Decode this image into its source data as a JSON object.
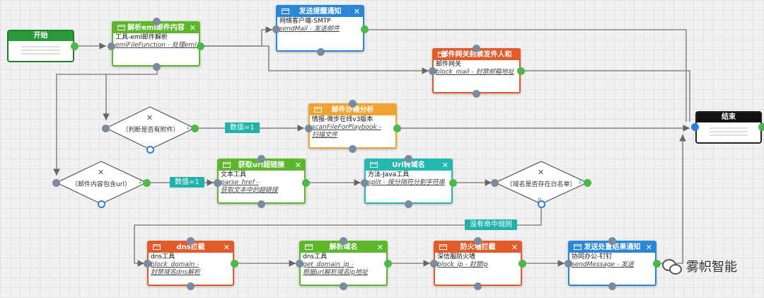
{
  "start": {
    "label": "开始"
  },
  "end": {
    "label": "结束"
  },
  "nodes": {
    "parse_eml": {
      "title": "解析eml邮件内容",
      "line1": "工具-eml邮件解析",
      "line2": "emlFileFunction - 处理eml文件",
      "color": "#5cb82a"
    },
    "send_alert": {
      "title": "发送提醒通知",
      "line1": "网络客户端-SMTP",
      "line2": "sendMail - 发送邮件",
      "color": "#2a86d6"
    },
    "block_sender": {
      "title": "邮件网关封禁发件人和",
      "line1": "邮件网关",
      "line2": "block_mail - 封禁邮箱地址",
      "color": "#e05a2a"
    },
    "sandbox": {
      "title": "邮件沙箱分析",
      "line1": "情报-微步在线v3版本",
      "line2": "scanFileForPlaybook -",
      "line3": "扫描文件",
      "color": "#f0a32e"
    },
    "get_link": {
      "title": "获取url超链接",
      "line1": "文本工具",
      "line2": "parse_href -",
      "line3": "获取文本中的超链接",
      "color": "#5cb82a"
    },
    "url_domain": {
      "title": "Url转域名",
      "line1": "方法-Java工具",
      "line2": "split - 按分隔符分割字符串",
      "color": "#23b8b0"
    },
    "dns_block": {
      "title": "dns拦截",
      "line1": "dns工具",
      "line2": "block_domain -",
      "line3": "封禁域名dns解析",
      "color": "#e05a2a"
    },
    "resolve_domain": {
      "title": "解析域名",
      "line1": "dns工具",
      "line2": "get_domain_ip -",
      "line3": "根据url解析域名ip地址",
      "color": "#5cb82a"
    },
    "fw_block": {
      "title": "防火墙拦截",
      "line1": "深信服防火墙",
      "line2": "block_ip - 封禁ip",
      "color": "#e05a2a"
    },
    "send_result": {
      "title": "发送处置结果通知",
      "line1": "协同办公-钉钉",
      "line2": "sendMessage - 发送",
      "color": "#2a86d6"
    }
  },
  "decisions": {
    "has_attachment": {
      "label": "（判断是否有附件）",
      "mark": "✕",
      "branch": "1"
    },
    "has_url": {
      "label": "（邮件内容包含url）",
      "mark": "✕",
      "branch": "1"
    },
    "whitelist": {
      "label": "（域名是否存在白名单）",
      "mark": "✕",
      "branch": "1",
      "out": "0"
    }
  },
  "edge_labels": {
    "value1_a": "数值=1",
    "value1_b": "数值=1",
    "no_rule": "没有命中规则"
  },
  "watermark": {
    "text": "雾帜智能"
  }
}
